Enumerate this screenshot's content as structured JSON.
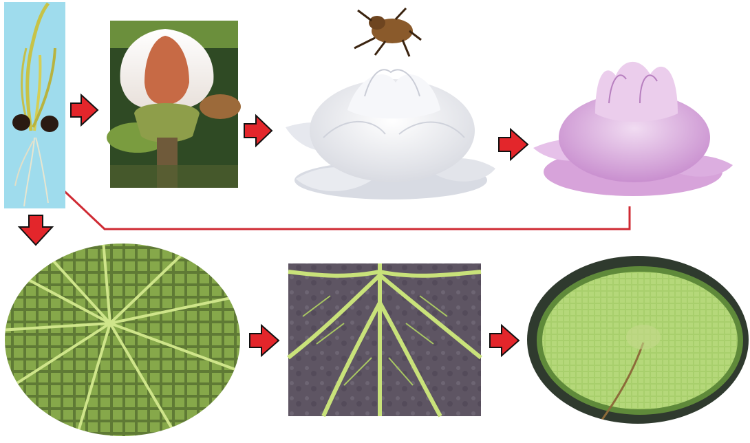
{
  "title": "",
  "stages": [
    {
      "id": "seedling",
      "icon": "seedling-icon"
    },
    {
      "id": "flower-bud",
      "icon": "flower-bud-icon"
    },
    {
      "id": "white-flower",
      "icon": "white-flower-icon"
    },
    {
      "id": "pink-flower",
      "icon": "pink-flower-icon"
    },
    {
      "id": "leaf-underside",
      "icon": "leaf-underside-icon"
    },
    {
      "id": "leaf-detail",
      "icon": "leaf-detail-icon"
    },
    {
      "id": "leaf-top",
      "icon": "leaf-top-icon"
    },
    {
      "id": "beetle",
      "icon": "beetle-icon"
    }
  ],
  "colors": {
    "arrow": "#e3262b",
    "arrow_outline": "#111111",
    "connector": "#cf2a33",
    "seedling_bg": "#9fdced",
    "leaf_green": "#7fa845",
    "leaf_vein": "#c9e27a",
    "leaf_dark": "#4a5a2e",
    "white_petal": "#f2f3f6",
    "pink_petal": "#d9a6dd",
    "beetle": "#8a5a2b"
  }
}
